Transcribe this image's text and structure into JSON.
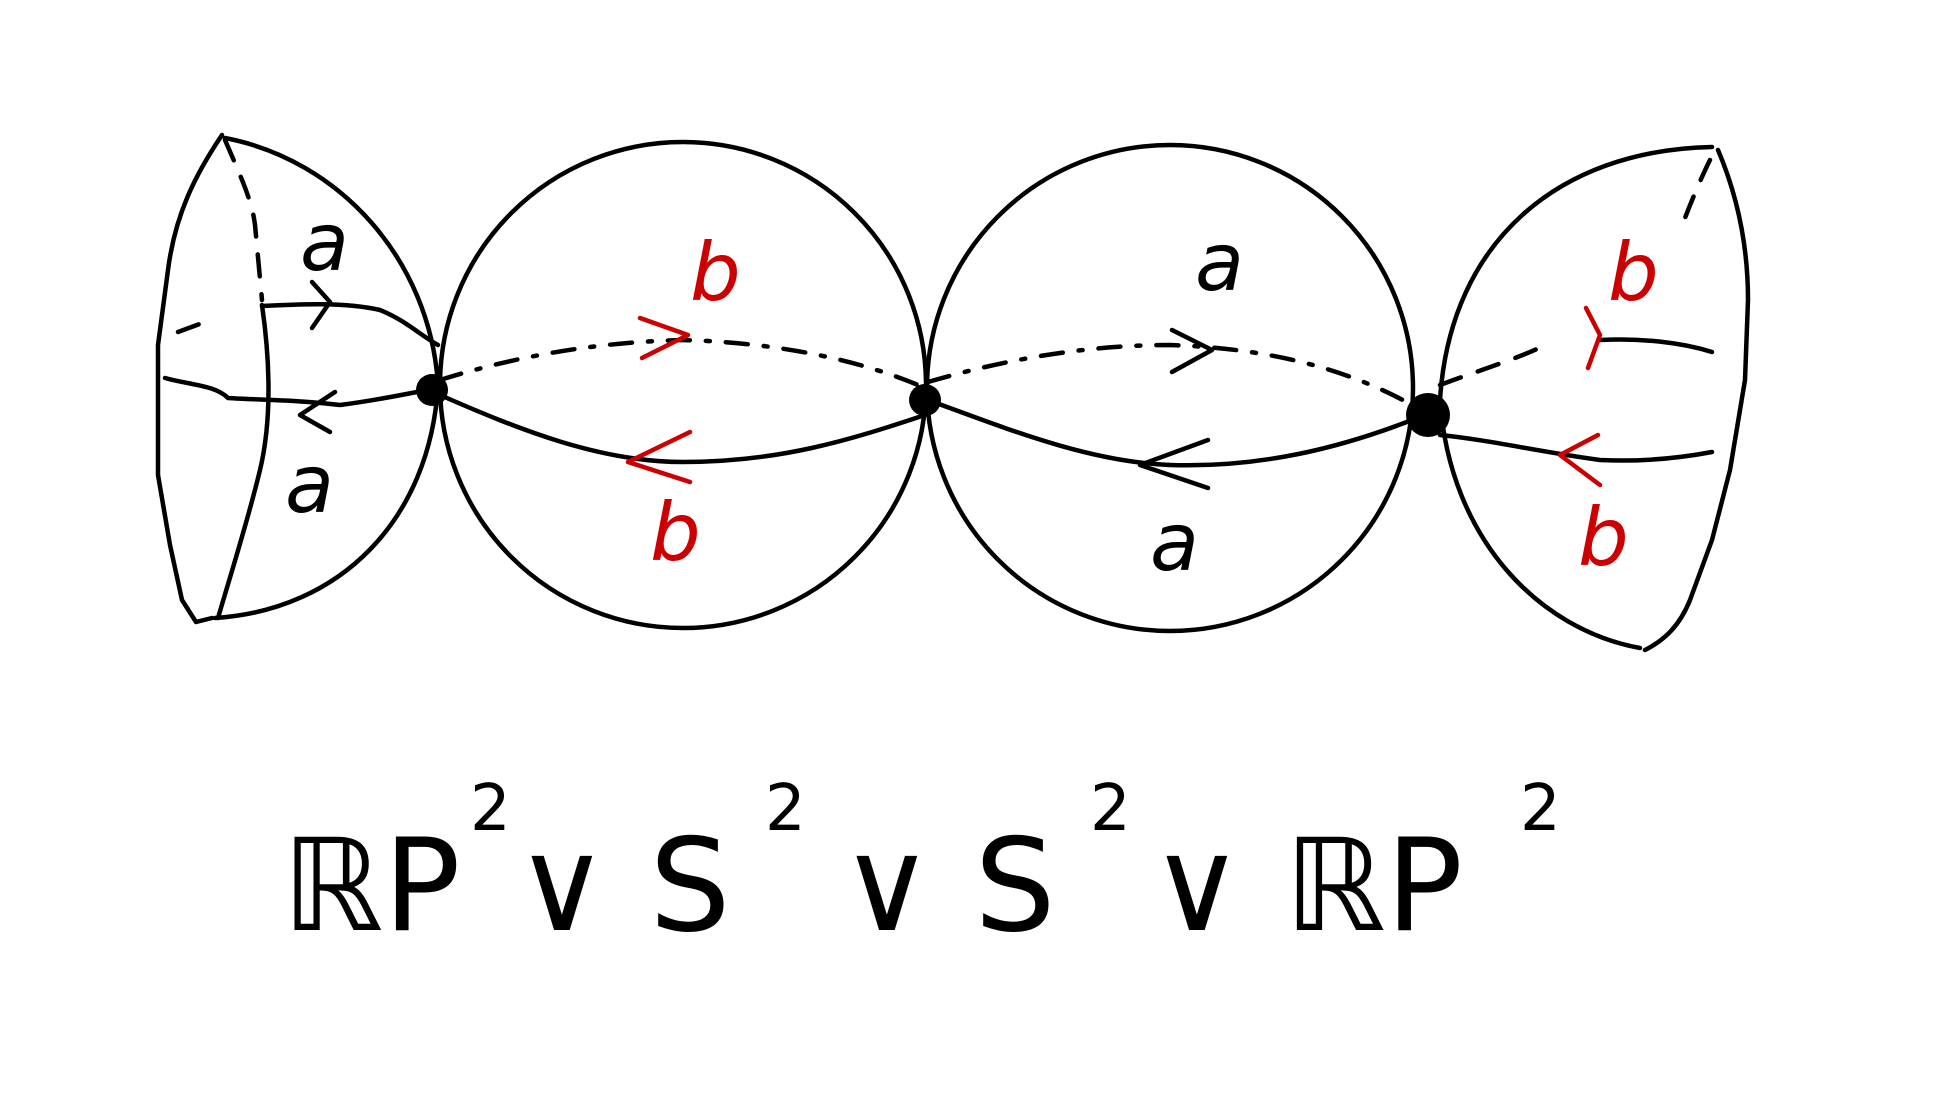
{
  "labels": {
    "left_cap_top": "a",
    "left_cap_bottom": "a",
    "sphere1_top": "b",
    "sphere1_bottom": "b",
    "sphere2_top": "a",
    "sphere2_bottom": "a",
    "right_cap_top": "b",
    "right_cap_bottom": "b"
  },
  "formula": {
    "t1": "ℝP",
    "s1": "2",
    "t2": " ∨ S",
    "s2": "2",
    "t3": " ∨ S",
    "s3": "2",
    "t4": " ∨ ℝP",
    "s4": "2"
  },
  "colors": {
    "ink": "#000000",
    "accent": "#cc0000"
  }
}
